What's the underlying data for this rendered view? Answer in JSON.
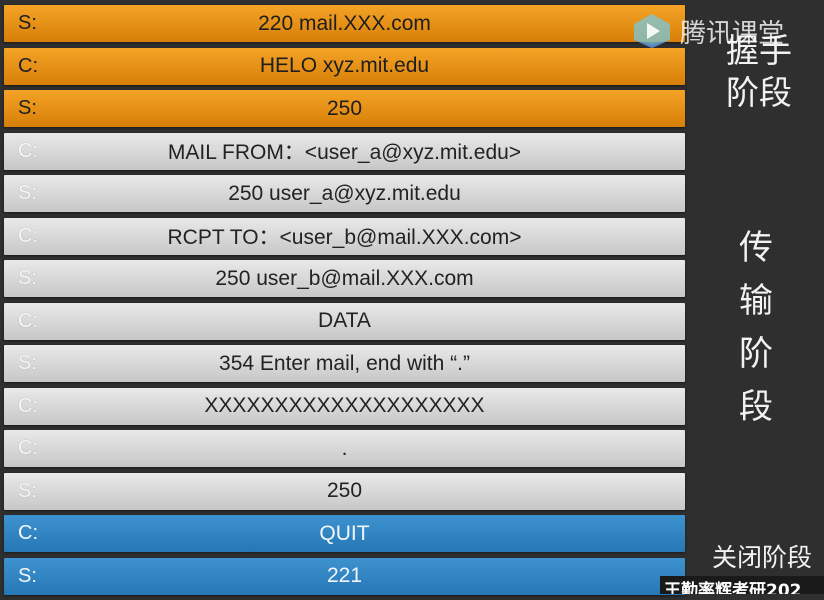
{
  "rows": [
    {
      "side": "S:",
      "text": "220 mail.XXX.com",
      "phase": "handshake"
    },
    {
      "side": "C:",
      "text": "HELO xyz.mit.edu",
      "phase": "handshake"
    },
    {
      "side": "S:",
      "text": "250",
      "phase": "handshake"
    },
    {
      "side": "C:",
      "text": "MAIL FROM：<user_a@xyz.mit.edu>",
      "phase": "transfer"
    },
    {
      "side": "S:",
      "text": "250 user_a@xyz.mit.edu",
      "phase": "transfer"
    },
    {
      "side": "C:",
      "text": "RCPT TO：<user_b@mail.XXX.com>",
      "phase": "transfer"
    },
    {
      "side": "S:",
      "text": "250 user_b@mail.XXX.com",
      "phase": "transfer"
    },
    {
      "side": "C:",
      "text": "DATA",
      "phase": "transfer"
    },
    {
      "side": "S:",
      "text": "354 Enter mail, end with “.”",
      "phase": "transfer"
    },
    {
      "side": "C:",
      "text": "XXXXXXXXXXXXXXXXXXXX",
      "phase": "transfer"
    },
    {
      "side": "C:",
      "text": ".",
      "phase": "transfer"
    },
    {
      "side": "S:",
      "text": "250",
      "phase": "transfer"
    },
    {
      "side": "C:",
      "text": "QUIT",
      "phase": "close"
    },
    {
      "side": "S:",
      "text": "221",
      "phase": "close"
    }
  ],
  "phases": {
    "handshake": "握手阶段",
    "transfer": "传输阶段",
    "close": "关闭阶段"
  },
  "watermark": {
    "text": "腾讯课堂",
    "icon": "play-logo-icon"
  },
  "footer": "王勤率辉考研202",
  "colors": {
    "handshake": "#e8920f",
    "transfer": "#d6d6d6",
    "close": "#2f85c3",
    "background": "#2f2f2f"
  }
}
